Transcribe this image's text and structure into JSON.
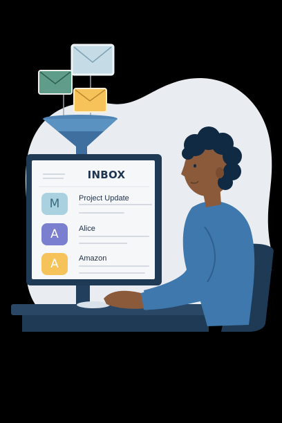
{
  "inbox": {
    "title": "INBOX",
    "items": [
      {
        "initial": "M",
        "sender": "Project Update",
        "color": "#a9d1e0"
      },
      {
        "initial": "A",
        "sender": "Alice",
        "color": "#7a7fcf"
      },
      {
        "initial": "A",
        "sender": "Amazon",
        "color": "#f6c35a"
      }
    ]
  },
  "colors": {
    "background": "#000000",
    "blob": "#e9edf1",
    "monitor": "#1f3a55",
    "shirt": "#3f78ad",
    "envelope_green": "#5f9c8a",
    "envelope_blue": "#c5dbe6",
    "envelope_yellow": "#f6c35a"
  },
  "icons": [
    "envelope-icon",
    "funnel-icon",
    "monitor-icon",
    "person-illustration",
    "chair-icon",
    "desk-icon"
  ]
}
